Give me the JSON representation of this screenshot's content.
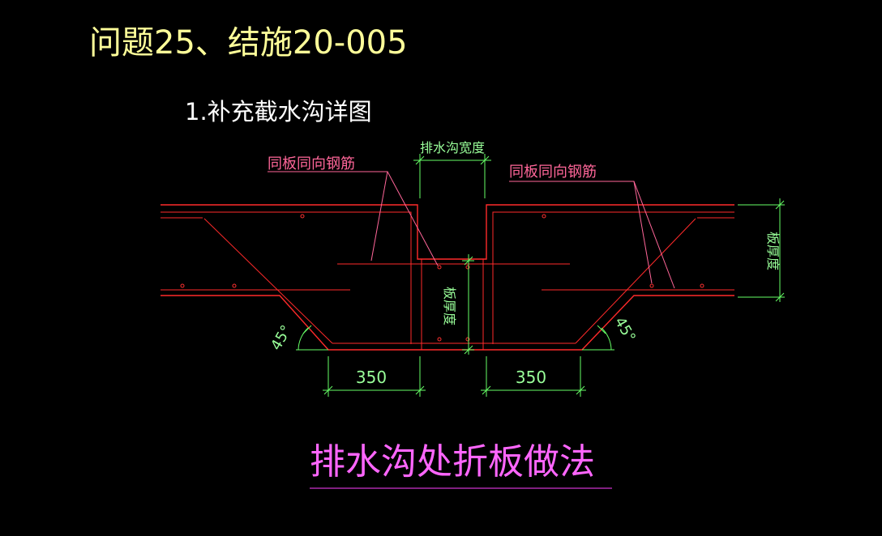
{
  "title": "问题25、结施20-005",
  "subtitle": "1.补充截水沟详图",
  "labels": {
    "trench_width": "排水沟宽度",
    "rebar_left": "同板同向钢筋",
    "rebar_right": "同板同向钢筋",
    "thickness_right": "板厚度",
    "thickness_center": "板厚度",
    "angle_left": "45°",
    "angle_right": "45°",
    "dim_left": "350",
    "dim_right": "350"
  },
  "caption": "排水沟处折板做法",
  "colors": {
    "background": "#000000",
    "title": "#ffff99",
    "subtitle": "#ffffff",
    "dimension": "#99ff99",
    "leader_text": "#ff6699",
    "caption": "#ff66ff",
    "slab_lines": "#ff2a2a"
  }
}
